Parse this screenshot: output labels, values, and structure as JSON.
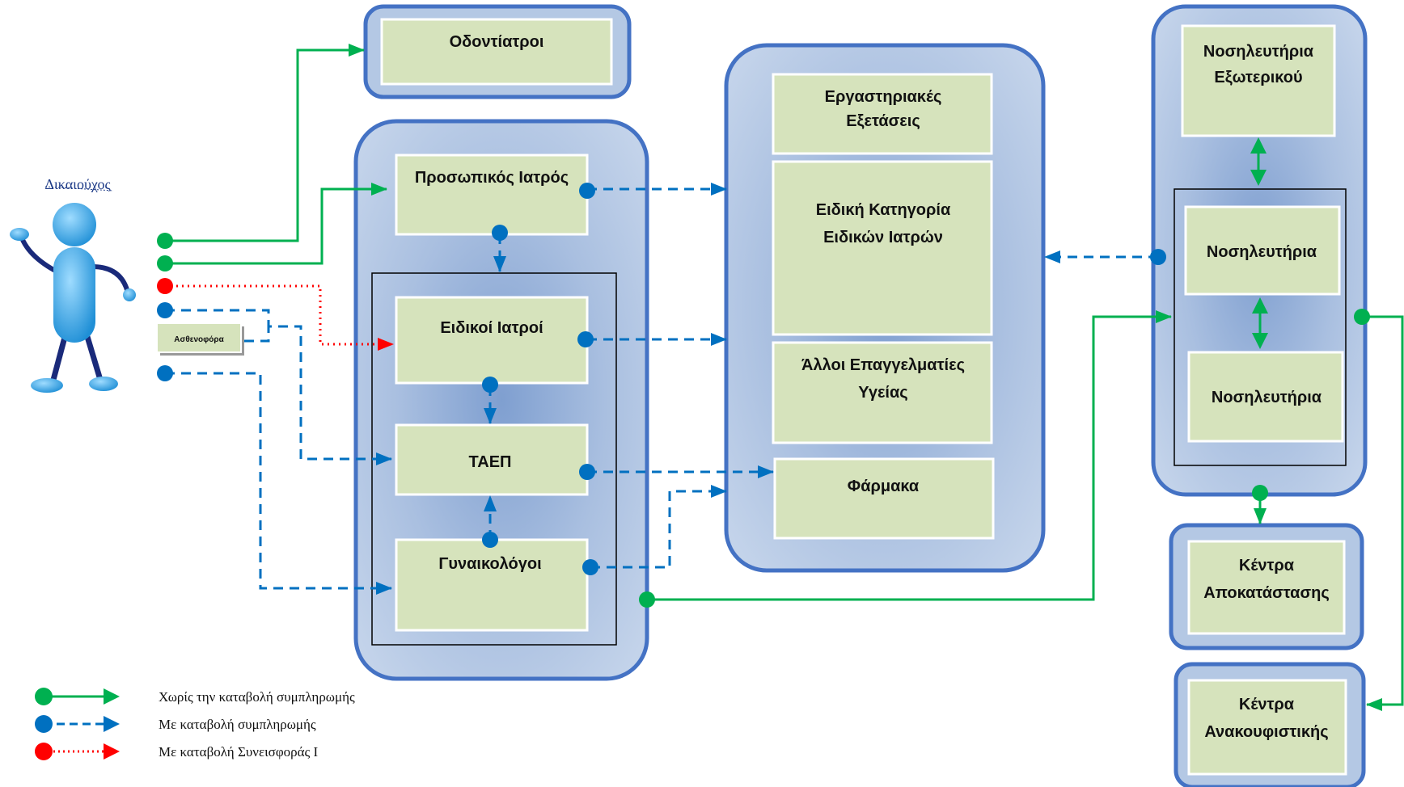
{
  "colors": {
    "panel_fill": "#b4c8e4",
    "panel_stroke": "#4472c4",
    "box_fill": "#d6e3bc",
    "green": "#00b050",
    "blue": "#0070c0",
    "red": "#ff0000",
    "person": "#3aa7e6"
  },
  "person": {
    "label": "Δικαιούχος"
  },
  "ambulance": {
    "label": "Ασθενοφόρα"
  },
  "boxes": {
    "dentists": "Οδοντίατροι",
    "personal_doctor": "Προσωπικός Ιατρός",
    "specialists": "Ειδικοί Ιατροί",
    "taep": "ΤΑΕΠ",
    "gynecologists": "Γυναικολόγοι",
    "lab_tests_1": "Εργαστηριακές",
    "lab_tests_2": "Εξετάσεις",
    "special_cat_1": "Ειδική Κατηγορία",
    "special_cat_2": "Ειδικών Ιατρών",
    "other_prof_1": "Άλλοι Επαγγελματίες",
    "other_prof_2": "Υγείας",
    "drugs": "Φάρμακα",
    "hospitals_abroad_1": "Νοσηλευτήρια",
    "hospitals_abroad_2": "Εξωτερικού",
    "hospitals_1": "Νοσηλευτήρια",
    "hospitals_2": "Νοσηλευτήρια",
    "rehab_1": "Κέντρα",
    "rehab_2": "Αποκατάστασης",
    "palliative_1": "Κέντρα",
    "palliative_2": "Ανακουφιστικής"
  },
  "legend": [
    {
      "style": "green",
      "label": "Χωρίς την καταβολή συμπληρωμής"
    },
    {
      "style": "blue",
      "label": "Με καταβολή συμπληρωμής"
    },
    {
      "style": "red",
      "label": "Με καταβολή Συνεισφοράς Ι"
    }
  ]
}
